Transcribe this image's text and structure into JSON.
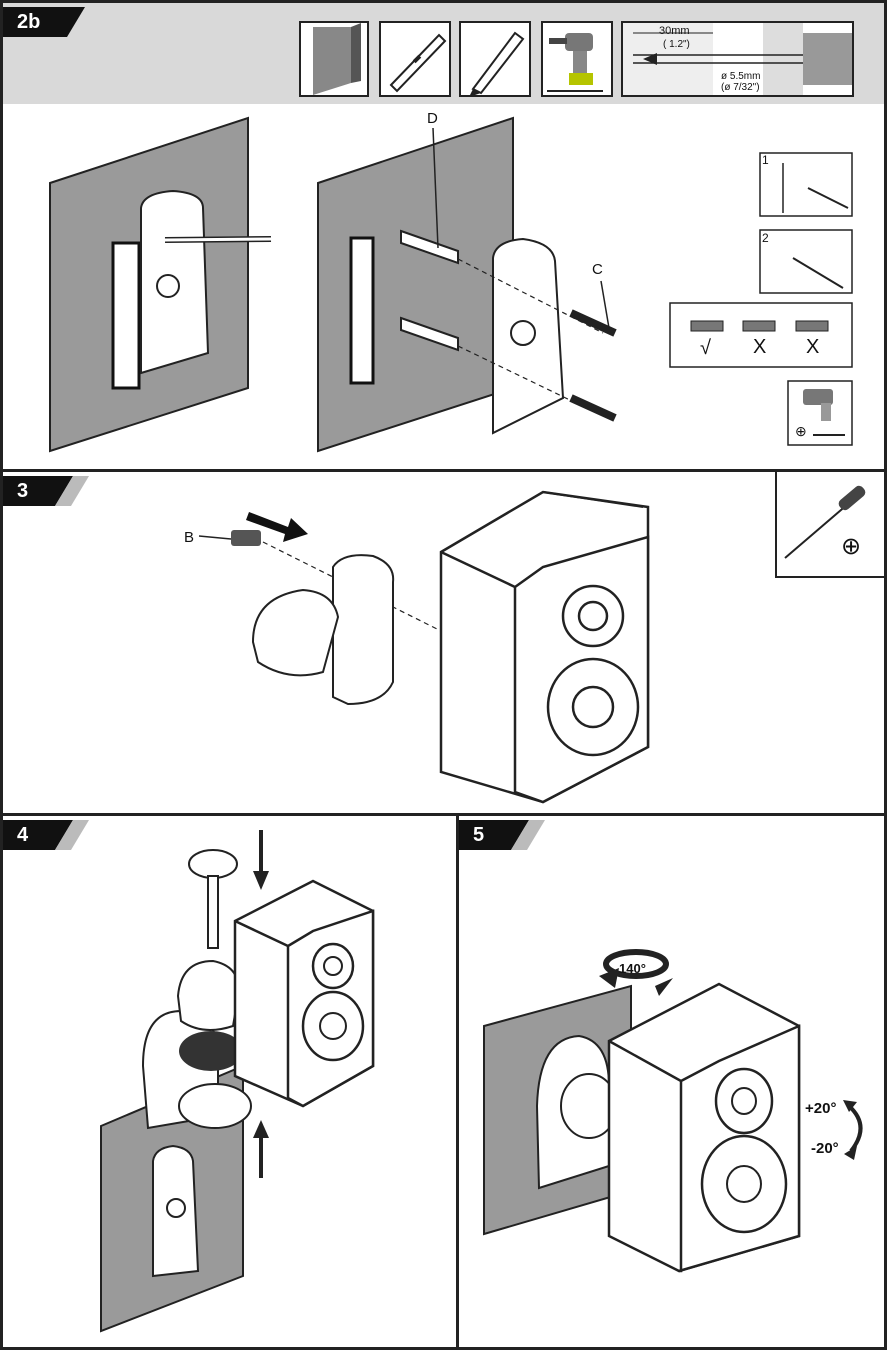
{
  "steps": {
    "s2b": {
      "label": "2b"
    },
    "s3": {
      "label": "3"
    },
    "s4": {
      "label": "4"
    },
    "s5": {
      "label": "5"
    }
  },
  "drill_spec": {
    "depth_mm": "30mm",
    "depth_in": "( 1.2\")",
    "diameter_mm": "ø 5.5mm",
    "diameter_in": "(ø 7/32\")"
  },
  "callouts": {
    "d": "D",
    "c": "C",
    "b": "B"
  },
  "sub_steps": {
    "one": "1",
    "two": "2"
  },
  "level_check": {
    "ok": "√",
    "bad1": "X",
    "bad2": "X"
  },
  "rotation": {
    "swivel": "140°",
    "tilt_up": "+20°",
    "tilt_down": "-20°"
  },
  "icons": [
    "wall-icon",
    "level-icon",
    "pencil-icon",
    "drill-icon",
    "drill-depth-diagram",
    "screwdriver-icon",
    "phillips-icon"
  ],
  "colors": {
    "wall": "#9a9a9a",
    "band": "#d9d9d9",
    "ink": "#111111"
  }
}
